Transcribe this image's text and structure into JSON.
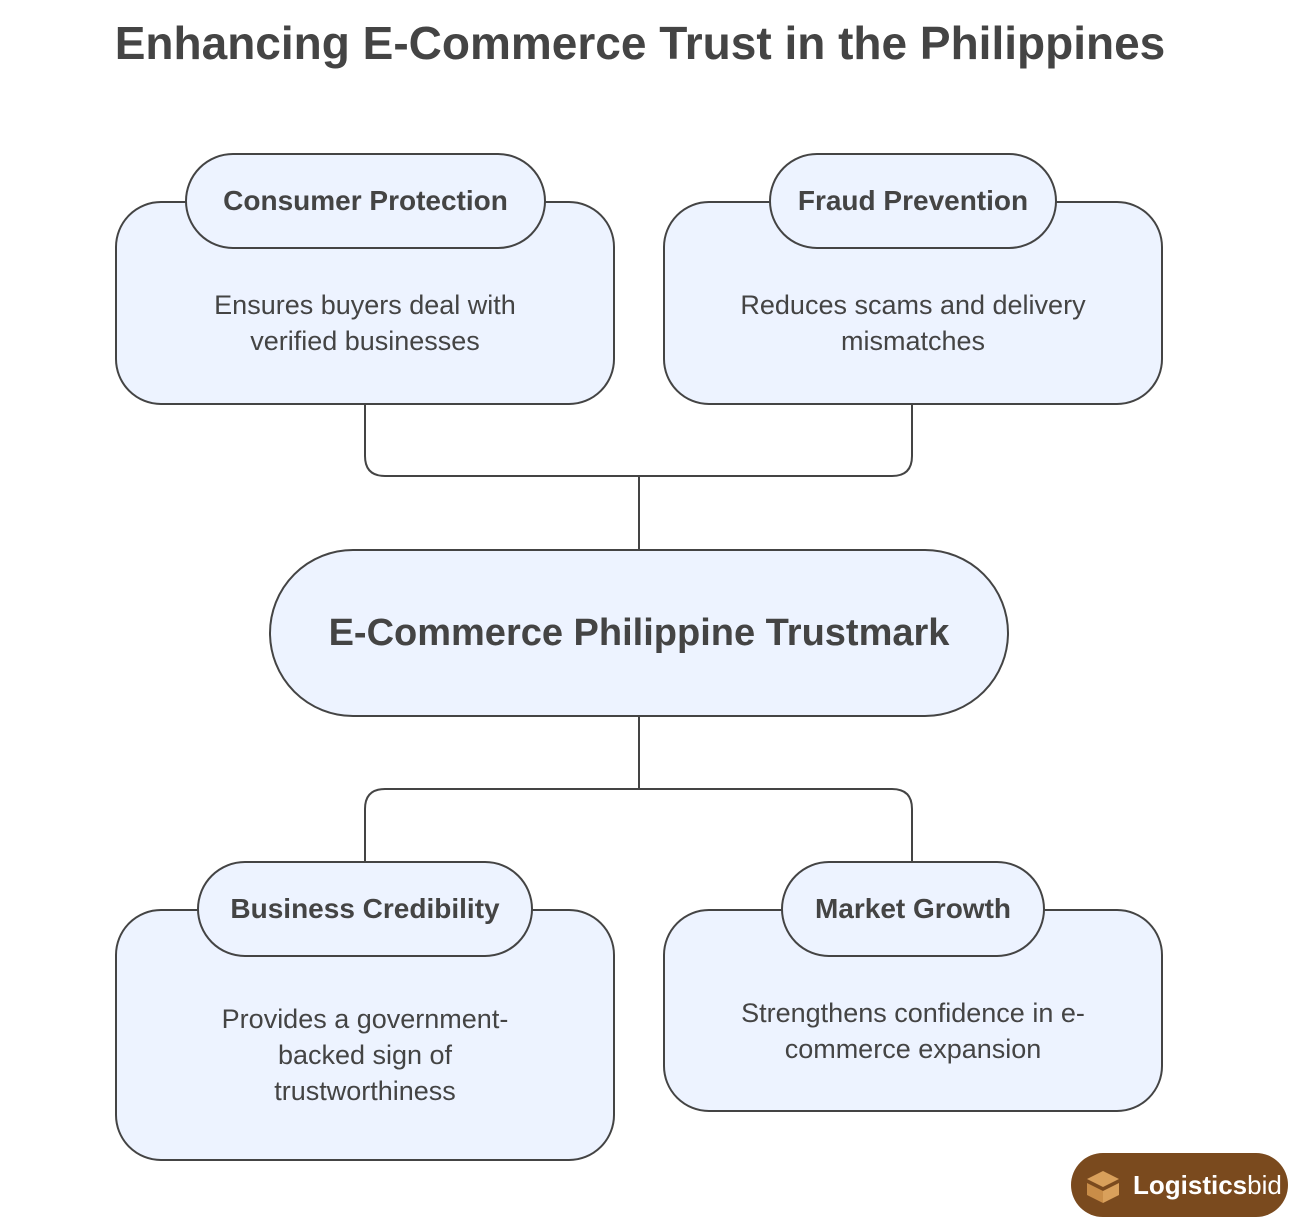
{
  "title": "Enhancing E-Commerce Trust in the Philippines",
  "center": "E-Commerce Philippine Trustmark",
  "nodes": [
    {
      "label": "Consumer Protection",
      "desc": "Ensures buyers deal with verified businesses"
    },
    {
      "label": "Fraud Prevention",
      "desc": "Reduces scams and delivery mismatches"
    },
    {
      "label": "Business Credibility",
      "desc": "Provides a government-backed sign of trustworthiness"
    },
    {
      "label": "Market Growth",
      "desc": "Strengthens confidence in e-commerce expansion"
    }
  ],
  "logo": {
    "bold": "Logistics",
    "light": "bid"
  },
  "colors": {
    "fill": "#edf3ff",
    "stroke": "#444444",
    "logo": "#7a4a1e"
  }
}
